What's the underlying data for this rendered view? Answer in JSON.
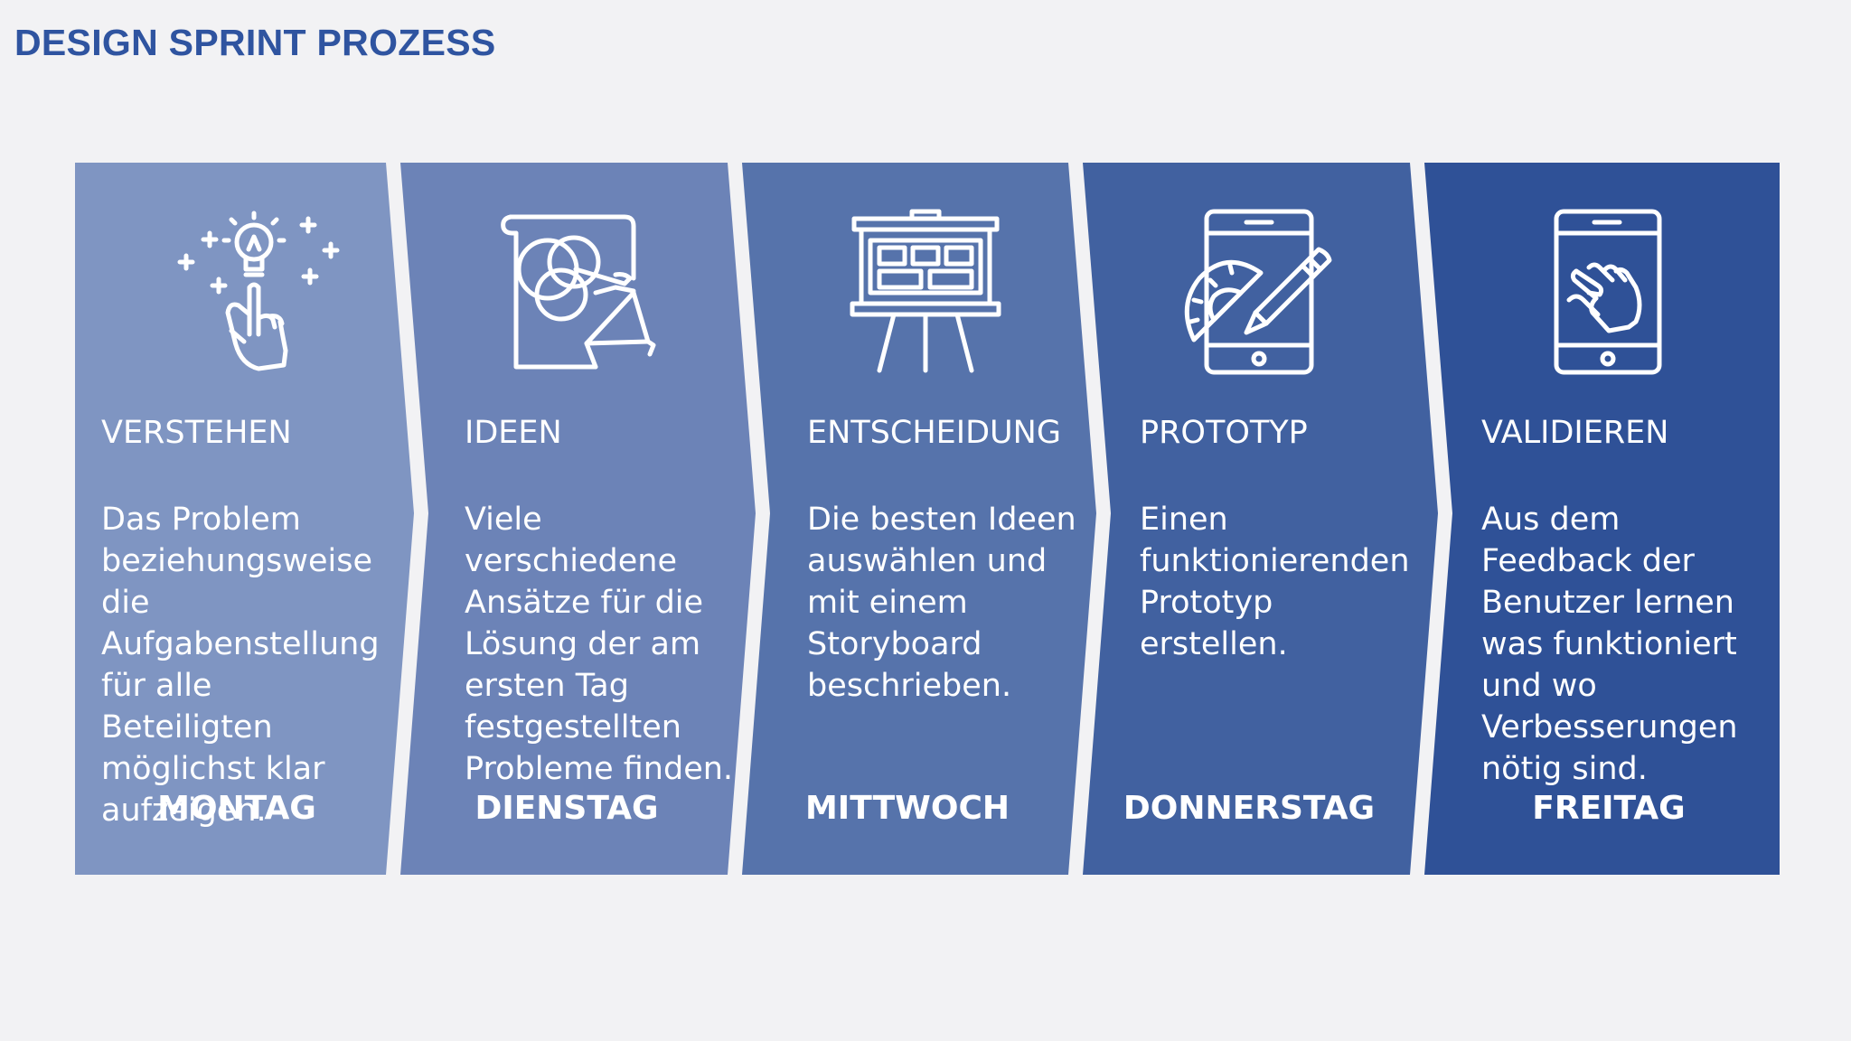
{
  "title": "DESIGN SPRINT PROZESS",
  "colors": {
    "title": "#2f54a0",
    "background": "#f2f2f4",
    "text": "#ffffff"
  },
  "steps": [
    {
      "name": "VERSTEHEN",
      "description": "Das Problem beziehungsweise die Aufgabenstellung für alle Beteiligten möglichst klar aufzeigen.",
      "day": "MONTAG",
      "icon": "idea-bulb-icon",
      "color": "#7f95c2"
    },
    {
      "name": "IDEEN",
      "description": "Viele verschiedene Ansätze für die Lösung der am ersten Tag festgestellten Probleme finden.",
      "day": "DIENSTAG",
      "icon": "brainstorm-board-icon",
      "color": "#6c83b7"
    },
    {
      "name": "ENTSCHEIDUNG",
      "description": "Die besten Ideen auswählen und mit einem Storyboard beschrieben.",
      "day": "MITTWOCH",
      "icon": "storyboard-easel-icon",
      "color": "#5673ab"
    },
    {
      "name": "PROTOTYP",
      "description": "Einen funktionierenden Prototyp erstellen.",
      "day": "DONNERSTAG",
      "icon": "tablet-design-tools-icon",
      "color": "#4161a0"
    },
    {
      "name": "VALIDIEREN",
      "description": "Aus dem Feedback der Benutzer lernen was funktioniert und wo Verbesserungen nötig sind.",
      "day": "FREITAG",
      "icon": "tablet-touch-icon",
      "color": "#2f5197"
    }
  ]
}
